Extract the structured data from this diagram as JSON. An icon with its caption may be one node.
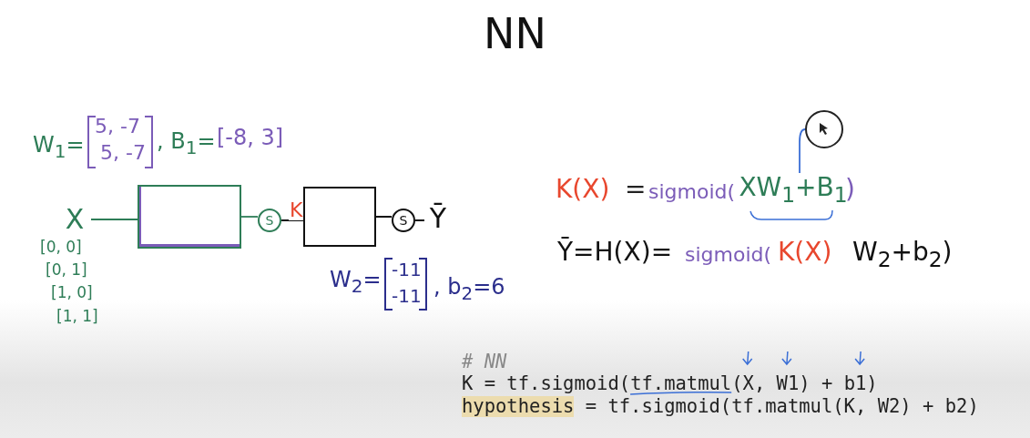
{
  "diagram": {
    "title": "NN",
    "nodes": [
      {
        "text": [
          "X"
        ]
      },
      {
        "text": [],
        "shape": "box"
      },
      {
        "text": [
          "S"
        ]
      },
      {
        "text": [],
        "shape": "box"
      },
      {
        "text": [
          "S"
        ]
      },
      {
        "text": [
          "Ȳ"
        ]
      },
      {
        "text": [
          "XW$_{1}$+B$_{1}$"
        ]
      },
      {
        "text": [],
        "shape": "circle"
      }
    ],
    "edges": [
      {
        "from": 0,
        "to": 1,
        "arrow": "none",
        "color": "#2e7d57"
      },
      {
        "from": 1,
        "to": 2,
        "arrow": "none",
        "color": "#2e7d57"
      },
      {
        "from": 2,
        "to": 3,
        "arrow": "none",
        "label": "K"
      },
      {
        "from": 3,
        "to": 4,
        "arrow": "none"
      },
      {
        "from": 4,
        "to": 5,
        "arrow": "none"
      },
      {
        "from": 6,
        "to": 7,
        "arrow": "none",
        "color": "#3b6fd6"
      }
    ],
    "labels": [
      "W$_{1}$=",
      "5, -7",
      "5, -7",
      ", B$_{1}$=",
      "[-8, 3]",
      "[0, 0]",
      "[0, 1]",
      "[1, 0]",
      "[1, 1]",
      "W$_{2}$=",
      "-11",
      "-11",
      ", b$_{2}$=6",
      "K(X)",
      "=",
      "sigmoid(",
      ")",
      "Ȳ=H(X)=",
      "sigmoid(",
      "K(X)",
      "W$_{2}$+b$_{2}$)",
      "# NN",
      "K = tf.sigmoid(tf.matmul(X, W1) + b1)",
      "hypothesis",
      "= tf.sigmoid(tf.matmul(K, W2) + b2)"
    ]
  }
}
